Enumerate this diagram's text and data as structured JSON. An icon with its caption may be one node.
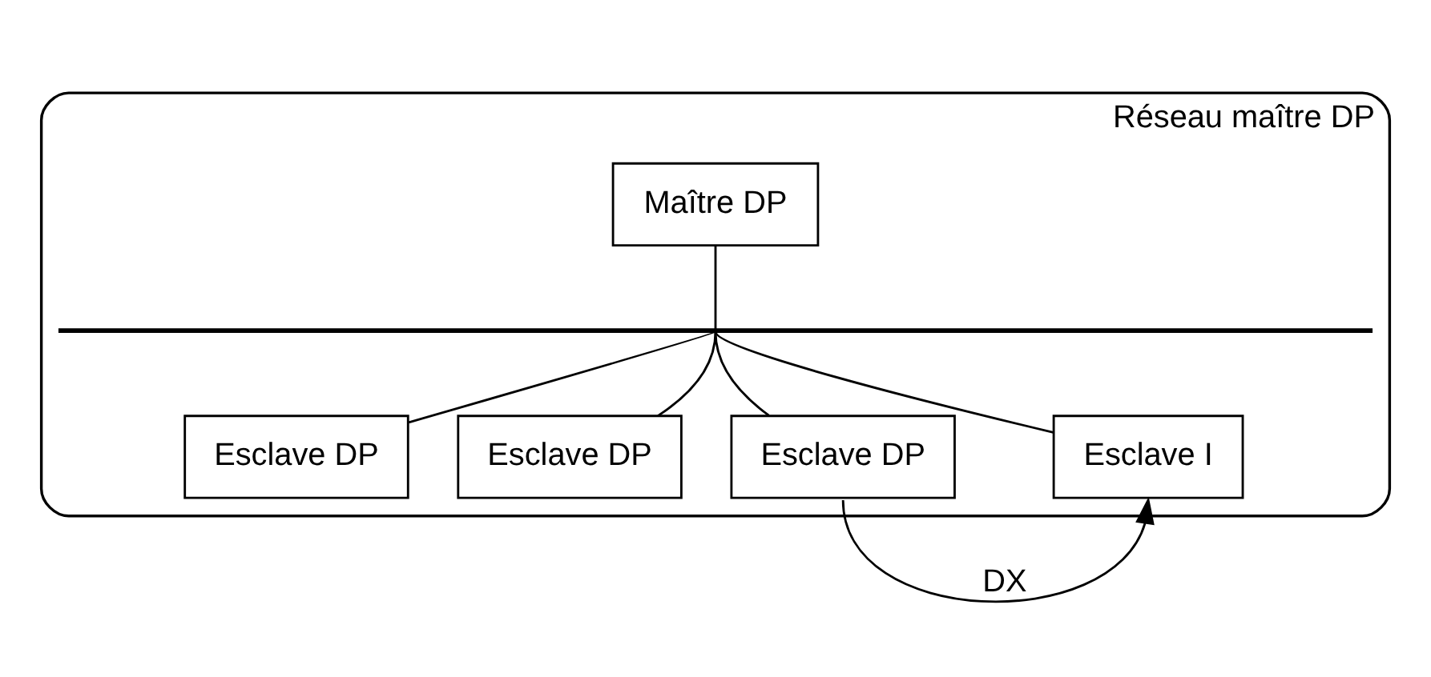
{
  "diagram": {
    "nodes": [
      {
        "text": [
          "Réseau maître DP"
        ]
      },
      {
        "text": [
          "Maître DP"
        ],
        "in": 0
      },
      {
        "text": [],
        "shape": "bar",
        "in": 0
      },
      {
        "text": [
          "Esclave DP"
        ],
        "in": 0
      },
      {
        "text": [
          "Esclave DP"
        ],
        "in": 0
      },
      {
        "text": [
          "Esclave DP"
        ],
        "in": 0
      },
      {
        "text": [
          "Esclave I"
        ],
        "in": 0
      }
    ],
    "edges": [
      {
        "from": 1,
        "to": 2,
        "arrow": "none"
      },
      {
        "from": 2,
        "to": 3,
        "arrow": "none"
      },
      {
        "from": 2,
        "to": 4,
        "arrow": "none"
      },
      {
        "from": 2,
        "to": 5,
        "arrow": "none"
      },
      {
        "from": 2,
        "to": 6,
        "arrow": "none"
      },
      {
        "from": 5,
        "to": 6,
        "arrow": "to",
        "label": "DX"
      }
    ]
  }
}
